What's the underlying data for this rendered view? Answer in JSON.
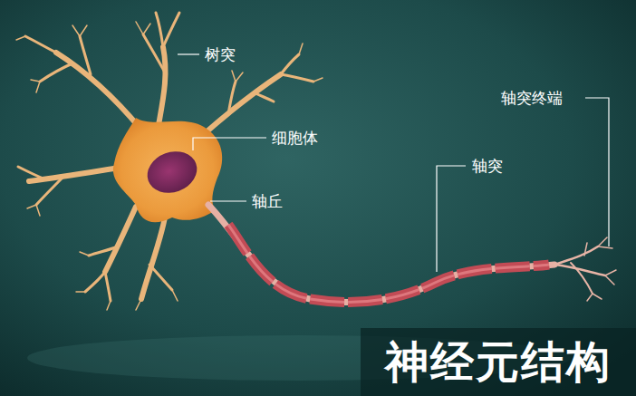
{
  "diagram": {
    "title": "神经元结构",
    "labels": [
      "树突",
      "细胞体",
      "轴丘",
      "轴突",
      "轴突终端"
    ]
  }
}
